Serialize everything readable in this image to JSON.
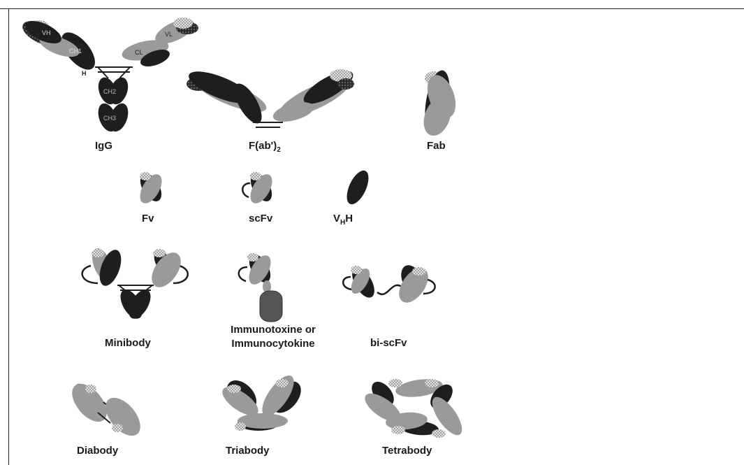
{
  "labels": {
    "igg": "IgG",
    "fab2_main": "F(ab')",
    "fab2_sub": "2",
    "fab": "Fab",
    "fv": "Fv",
    "scfv": "scFv",
    "vhh_v": "V",
    "vhh_sub": "H",
    "vhh_h": "H",
    "minibody": "Minibody",
    "immunotoxine_line1": "Immunotoxine or",
    "immunotoxine_line2": "Immunocytokine",
    "bi_scfv": "bi-scFv",
    "diabody": "Diabody",
    "triabody": "Triabody",
    "tetrabody": "Tetrabody"
  },
  "domain_labels": {
    "vh": "VH",
    "ch1": "CH1",
    "cl": "CL",
    "vl": "VL",
    "h": "H",
    "ch2": "CH2",
    "ch3": "CH3"
  },
  "colors": {
    "heavy": "#1e1e1e",
    "light": "#9a9a9a",
    "toxin": "#555555",
    "hatch": "#d8d8d8"
  }
}
